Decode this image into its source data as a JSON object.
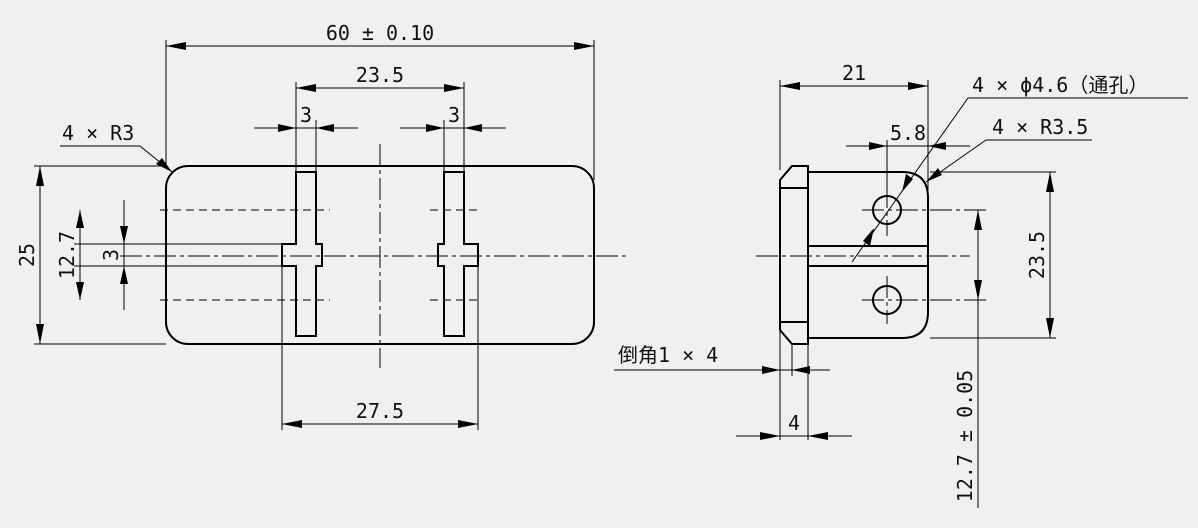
{
  "drawing": {
    "front_view": {
      "overall_width": "60 ± 0.10",
      "slot_spacing": "23.5",
      "slot_width_left": "3",
      "slot_width_right": "3",
      "corner_radius": "4 × R3",
      "overall_height": "25",
      "slot_height": "12.7",
      "tab_height": "3",
      "tab_span": "27.5"
    },
    "side_view": {
      "depth": "21",
      "holes": "4 × ϕ4.6（通孔）",
      "hole_offset": "5.8",
      "hole_radius": "4 × R3.5",
      "hole_spacing": "23.5",
      "chamfer": "倒角1 × 4",
      "flange_thickness": "4",
      "hole_center_height": "12.7 ± 0.05"
    }
  }
}
